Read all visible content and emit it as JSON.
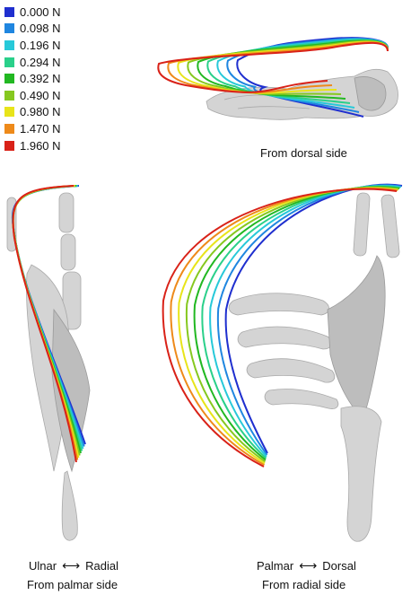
{
  "legend": [
    {
      "label": "0.000 N",
      "color": "#1f2fcf"
    },
    {
      "label": "0.098 N",
      "color": "#1f86e0"
    },
    {
      "label": "0.196 N",
      "color": "#27c9d9"
    },
    {
      "label": "0.294 N",
      "color": "#2ad08a"
    },
    {
      "label": "0.392 N",
      "color": "#22b822"
    },
    {
      "label": "0.490 N",
      "color": "#86c81f"
    },
    {
      "label": "0.980 N",
      "color": "#e8e41a"
    },
    {
      "label": "1.470 N",
      "color": "#ee8a1a"
    },
    {
      "label": "1.960 N",
      "color": "#d92218"
    }
  ],
  "captions": {
    "dorsal": "From dorsal side",
    "palmar": "From palmar side",
    "radial": "From radial side"
  },
  "directions": {
    "palmar_view_left": "Ulnar",
    "palmar_view_right": "Radial",
    "radial_view_left": "Palmar",
    "radial_view_right": "Dorsal",
    "arrow": "⟷"
  }
}
